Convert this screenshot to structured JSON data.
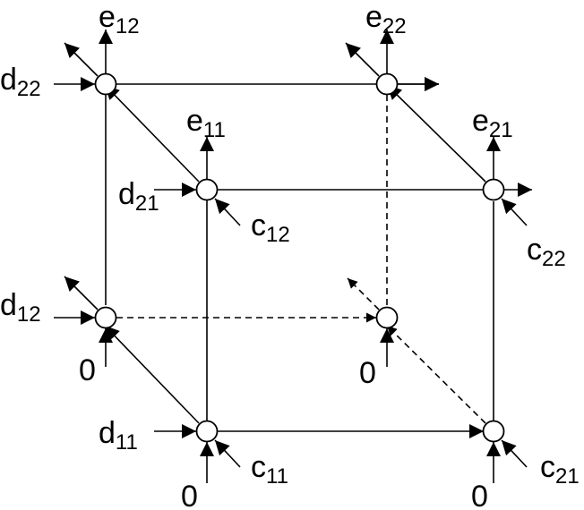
{
  "nodes": [
    {
      "id": "fbl"
    },
    {
      "id": "fbr"
    },
    {
      "id": "ftl"
    },
    {
      "id": "ftr"
    },
    {
      "id": "bbl"
    },
    {
      "id": "bbr"
    },
    {
      "id": "btl"
    },
    {
      "id": "btr"
    }
  ],
  "labels": {
    "e12": {
      "base": "e",
      "sub": "12"
    },
    "e22": {
      "base": "e",
      "sub": "22"
    },
    "e11": {
      "base": "e",
      "sub": "11"
    },
    "e21": {
      "base": "e",
      "sub": "21"
    },
    "d22": {
      "base": "d",
      "sub": "22"
    },
    "d21": {
      "base": "d",
      "sub": "21"
    },
    "d12": {
      "base": "d",
      "sub": "12"
    },
    "d11": {
      "base": "d",
      "sub": "11"
    },
    "c12": {
      "base": "c",
      "sub": "12"
    },
    "c22": {
      "base": "c",
      "sub": "22"
    },
    "c11": {
      "base": "c",
      "sub": "11"
    },
    "c21": {
      "base": "c",
      "sub": "21"
    },
    "zero": "0"
  }
}
